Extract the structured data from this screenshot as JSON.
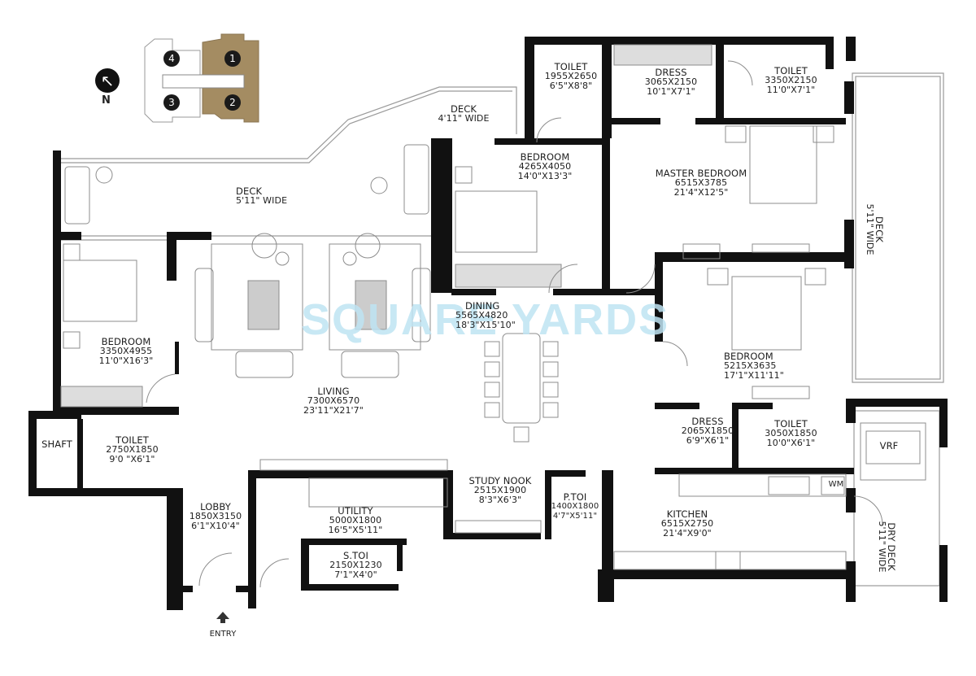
{
  "title": "Apartment Floor Plan",
  "watermark": "SQUARE YARDS",
  "colors": {
    "wall": "#111111",
    "line": "#9a9a9a",
    "highlight_unit": "#a48c62",
    "watermark": "#bfe4f3"
  },
  "key_plan": {
    "north_label": "N",
    "north_icon": "arrow-north-icon",
    "units": [
      {
        "number": "1",
        "highlighted": true
      },
      {
        "number": "2",
        "highlighted": true
      },
      {
        "number": "3",
        "highlighted": false
      },
      {
        "number": "4",
        "highlighted": false
      }
    ]
  },
  "entry_label": "ENTRY",
  "rooms": {
    "toilet_top": {
      "name": "TOILET",
      "metric": "1955X2650",
      "imperial": "6'5\"X8'8\""
    },
    "dress_master": {
      "name": "DRESS",
      "metric": "3065X2150",
      "imperial": "10'1\"X7'1\""
    },
    "toilet_master": {
      "name": "TOILET",
      "metric": "3350X2150",
      "imperial": "11'0\"X7'1\""
    },
    "deck_upper": {
      "name": "DECK",
      "width": "4'11\" WIDE"
    },
    "bedroom_center": {
      "name": "BEDROOM",
      "metric": "4265X4050",
      "imperial": "14'0\"X13'3\""
    },
    "master_bedroom": {
      "name": "MASTER BEDROOM",
      "metric": "6515X3785",
      "imperial": "21'4\"X12'5\""
    },
    "deck_main": {
      "name": "DECK",
      "width": "5'11\" WIDE"
    },
    "deck_right": {
      "name": "DECK",
      "width": "5'11\" WIDE"
    },
    "bedroom_left": {
      "name": "BEDROOM",
      "metric": "3350X4955",
      "imperial": "11'0\"X16'3\""
    },
    "dining": {
      "name": "DINING",
      "metric": "5565X4820",
      "imperial": "18'3\"X15'10\""
    },
    "bedroom_right": {
      "name": "BEDROOM",
      "metric": "5215X3635",
      "imperial": "17'1\"X11'11\""
    },
    "living": {
      "name": "LIVING",
      "metric": "7300X6570",
      "imperial": "23'11\"X21'7\""
    },
    "shaft": {
      "name": "SHAFT"
    },
    "toilet_left": {
      "name": "TOILET",
      "metric": "2750X1850",
      "imperial": "9'0 \"X6'1\""
    },
    "dress_right": {
      "name": "DRESS",
      "metric": "2065X1850",
      "imperial": "6'9\"X6'1\""
    },
    "toilet_right": {
      "name": "TOILET",
      "metric": "3050X1850",
      "imperial": "10'0\"X6'1\""
    },
    "vrf": {
      "name": "VRF"
    },
    "wm": {
      "name": "WM"
    },
    "study_nook": {
      "name": "STUDY NOOK",
      "metric": "2515X1900",
      "imperial": "8'3\"X6'3\""
    },
    "p_toi": {
      "name": "P.TOI",
      "metric": "1400X1800",
      "imperial": "4'7\"X5'11\""
    },
    "lobby": {
      "name": "LOBBY",
      "metric": "1850X3150",
      "imperial": "6'1\"X10'4\""
    },
    "utility": {
      "name": "UTILITY",
      "metric": "5000X1800",
      "imperial": "16'5\"X5'11\""
    },
    "kitchen": {
      "name": "KITCHEN",
      "metric": "6515X2750",
      "imperial": "21'4\"X9'0\""
    },
    "dry_deck": {
      "name": "DRY DECK",
      "width": "5'11\" WIDE"
    },
    "s_toi": {
      "name": "S.TOI",
      "metric": "2150X1230",
      "imperial": "7'1\"X4'0\""
    }
  }
}
